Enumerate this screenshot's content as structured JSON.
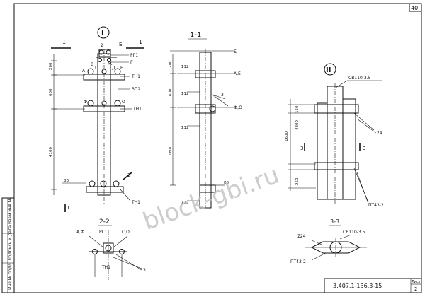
{
  "sheet": {
    "number": "40",
    "document_code": "3.407.1-136.3-15",
    "sheet_label": "Лист",
    "sheet_no": "2",
    "side_stamp": "Инв.№ подл. Подпись и дата Взам.инв.№"
  },
  "watermark": "block-gbi.ru",
  "view_main": {
    "marker": "I",
    "cut_label_1": "1",
    "cut_label_2": "1",
    "mark_b": "Б",
    "mark_a": "А",
    "mark_v": "В",
    "mark_g": "Г",
    "mark_d": "Д",
    "mark_e": "Е",
    "mark_zh": "Ж",
    "mark_f": "Ф",
    "mark_o": "О",
    "mark_2": "2",
    "mark_2b": "2",
    "label_rp": "РГ1",
    "label_g": "Г",
    "label_tn1": "ТН1",
    "label_tn1b": "ТН1",
    "label_tn1c": "ТН1",
    "label_znp": "ЗП2",
    "dim_200": "200",
    "dim_600": "600",
    "dim_4100": "4100",
    "mark_88": "88",
    "mark_1": "1"
  },
  "view_section11": {
    "title": "1-1",
    "mark_b": "Б",
    "mark_ae": "А,Е",
    "mark_fo": "Ф,О",
    "mark_3": "3",
    "label_z12a": "Σ12",
    "label_z12b": "Σ12",
    "label_z12c": "Σ12",
    "label_z12d": "Σ12",
    "dim_200": "200",
    "dim_600": "600",
    "dim_1800": "1800",
    "mark_88": "88"
  },
  "view_detail2": {
    "marker": "II",
    "label_sv": "СВ110-3.5",
    "label_z24": "Σ24",
    "label_pt": "ПТ43-2",
    "dim_1600": "1600",
    "dim_4800": "4800",
    "dim_150": "150",
    "dim_250": "250",
    "cut_3a": "3",
    "cut_3b": "3"
  },
  "view_section22": {
    "title": "2-2",
    "label_af": "А,Ф",
    "label_rg": "РГ1",
    "label_co": "С,О",
    "label_tn": "ТН1",
    "mark_3": "3"
  },
  "view_section33": {
    "title": "3-3",
    "label_z24": "Σ24",
    "label_sv": "СВ110-3.5",
    "label_pt": "ПТ43-2"
  }
}
